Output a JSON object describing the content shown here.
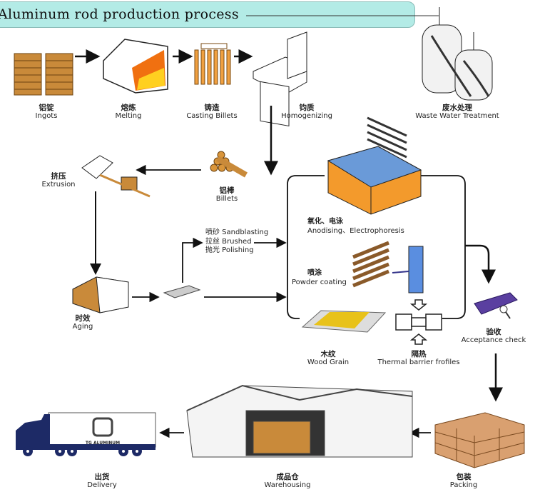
{
  "title": "Aluminum rod production process",
  "steps": {
    "ingots": {
      "cn": "铝锭",
      "en": "Ingots"
    },
    "melting": {
      "cn": "熔炼",
      "en": "Melting"
    },
    "casting": {
      "cn": "铸造",
      "en": "Casting Billets"
    },
    "homogenizing": {
      "cn": "钧质",
      "en": "Homogenizing"
    },
    "waste": {
      "cn": "废水处理",
      "en": "Waste Water Treatment"
    },
    "billets": {
      "cn": "铝棒",
      "en": "Billets"
    },
    "extrusion": {
      "cn": "挤压",
      "en": "Extrusion"
    },
    "aging": {
      "cn": "时效",
      "en": "Aging"
    },
    "surface": [
      "喷砂 Sandblasting",
      "拉丝 Brushed",
      "抛光 Polishing"
    ],
    "anodising": {
      "cn": "氧化、电泳",
      "en": "Anodising、Electrophoresis"
    },
    "powder": {
      "cn": "喷涂",
      "en": "Powder coating"
    },
    "wood": {
      "cn": "木纹",
      "en": "Wood Grain"
    },
    "thermal": {
      "cn": "隔热",
      "en": "Thermal barrier frofiles"
    },
    "acceptance": {
      "cn": "验收",
      "en": "Acceptance check"
    },
    "packing": {
      "cn": "包装",
      "en": "Packing"
    },
    "warehousing": {
      "cn": "成品仓",
      "en": "Warehousing"
    },
    "delivery": {
      "cn": "出货",
      "en": "Delivery"
    }
  },
  "truck_logo": "TG ALUMINUM",
  "colors": {
    "title_bg": "#b3ebe6",
    "truck": "#1d2a66",
    "wood": "#c98a3a",
    "anodising": "#f39a2c",
    "acceptance": "#5a3fa0"
  }
}
